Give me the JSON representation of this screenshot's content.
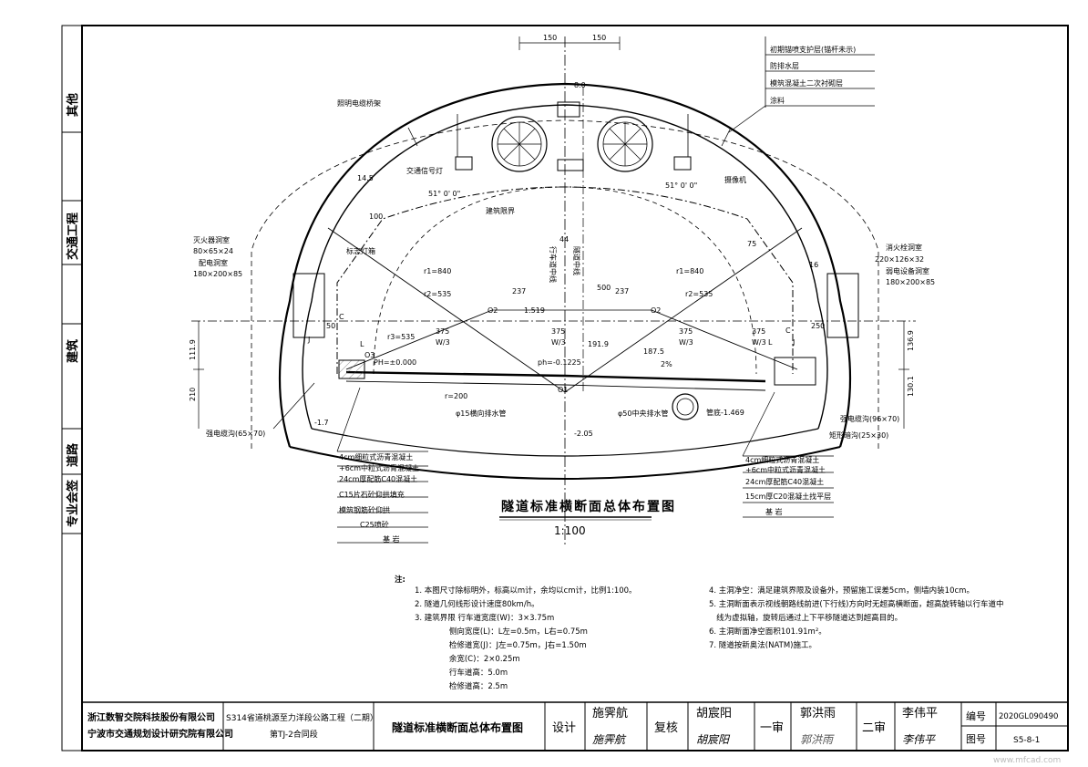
{
  "side_stamp": {
    "labels": [
      "其他",
      "交通工程",
      "建筑",
      "道路",
      "专业会签"
    ]
  },
  "top_dims": [
    "150",
    "150"
  ],
  "legend_top": [
    "初期锚喷支护层(锚杆未示)",
    "防排水层",
    "模筑混凝土二次衬砌层",
    "涂料"
  ],
  "labels": {
    "lighting_tray": "照明电缆桥架",
    "signal_light": "交通信号灯",
    "camera": "摄像机",
    "arch_angle_left": "51° 0' 0\"",
    "arch_angle_right": "51° 0' 0\"",
    "clearance": "建筑限界",
    "lane_center": "行车道中线",
    "tunnel_center": "隧道中线",
    "fire_niche_left_title": "灭火器洞室",
    "fire_niche_left_size": "80×65×24",
    "power_niche_left_title": "配电洞室",
    "power_niche_left_size": "180×200×85",
    "sign_light": "标志灯箱",
    "fire_niche_right_title": "消火栓洞室",
    "fire_niche_right_size": "220×126×32",
    "power_niche_right_title": "弱电设备洞室",
    "power_niche_right_size": "180×200×85",
    "r1_left": "r1=840",
    "r2_left": "r2=535",
    "r1_right": "r1=840",
    "r2_right": "r2=535",
    "r3_left": "r3=535",
    "o2_left": "O2",
    "o2_right": "O2",
    "o1": "O1",
    "o3": "O3",
    "elev_1519": "1.519",
    "ph": "ph=-0.1225",
    "ph0": "PH=±0.000",
    "slope": "2%",
    "elev_top": "8.0",
    "elev_m17": "-1.7",
    "elev_m205": "-2.05",
    "elev_m1469": "管底-1.469",
    "drain_cross": "φ15横向排水管",
    "drain_center": "φ50中央排水管",
    "cable_left": "强电缆沟(65×70)",
    "cable_right": "强电缆沟(96×70)",
    "rect_ditch": "矩形暗沟(25×30)",
    "d237a": "237",
    "d237b": "237",
    "d500": "500",
    "d44": "44",
    "d100": "100",
    "d75": "75",
    "d16": "16",
    "d375a": "375",
    "d375b": "375",
    "d375c": "375",
    "d375d": "375",
    "w3a": "W/3",
    "w3b": "W/3",
    "w3c": "W/3",
    "w3d": "W/3",
    "d1875": "187.5",
    "d1919": "191.9",
    "d250": "250",
    "d1119": "111.9",
    "d210": "210",
    "d1369": "136.9",
    "d1301": "130.1",
    "d50": "50",
    "c_left": "C",
    "c_right": "C",
    "l_left": "L",
    "l_right": "L",
    "j_left": "J",
    "j_right": "J",
    "r200": "r=200",
    "d14": "14.5"
  },
  "pave_left": [
    "4cm细粒式沥青混凝土",
    "+6cm中粒式沥青混凝土",
    "24cm厚配筋C40混凝土",
    "C15片石砼仰拱填充",
    "模筑钢筋砼仰拱",
    "C25喷砼",
    "基 岩"
  ],
  "pave_right": [
    "4cm细粒式沥青混凝土",
    "+6cm中粒式沥青混凝土",
    "24cm厚配筋C40混凝土",
    "15cm厚C20混凝土找平层",
    "基 岩"
  ],
  "title": {
    "main": "隧道标准横断面总体布置图",
    "scale": "1:100"
  },
  "notes": {
    "heading": "注:",
    "left": [
      "1. 本图尺寸除标明外，标高以m计，余均以cm计，比例1:100。",
      "2. 隧道几何线形设计速度80km/h。",
      "3. 建筑界限    行车道宽度(W)：3×3.75m",
      "              侧向宽度(L)：L左=0.5m，L右=0.75m",
      "              检修道宽(J)：J左=0.75m，J右=1.50m",
      "              余宽(C)：2×0.25m",
      "              行车道高：5.0m",
      "              检修道高：2.5m"
    ],
    "right": [
      "4. 主洞净空：满足建筑界限及设备外，预留施工误差5cm，侧墙内装10cm。",
      "5. 主洞断面表示视线朝路线前进(下行线)方向时无超高横断面，超高旋转轴以行车道中",
      "   线为虚拟轴，旋转后通过上下平移隧道达到超高目的。",
      "6. 主洞断面净空面积101.91m²。",
      "7. 隧道按新奥法(NATM)施工。"
    ]
  },
  "title_block": {
    "company1": "浙江数智交院科技股份有限公司",
    "company2": "宁波市交通规划设计研究院有限公司",
    "project1": "S314省道桃源至力洋段公路工程（二期）",
    "project2": "第TJ-2合同段",
    "drawing_title": "隧道标准横断面总体布置图",
    "design_label": "设计",
    "design_name": "施霁航",
    "design_sign": "施霁航",
    "review_label": "复核",
    "review_name": "胡宸阳",
    "review_sign": "胡宸阳",
    "first_label": "一审",
    "first_name": "郭洪雨",
    "first_sign": "郭洪雨",
    "second_label": "二审",
    "second_name": "李伟平",
    "second_sign": "李伟平",
    "number_label": "编号",
    "number_value": "2020GL090490",
    "fig_label": "图号",
    "fig_value": "S5-8-1"
  },
  "watermark": "www.mfcad.com"
}
